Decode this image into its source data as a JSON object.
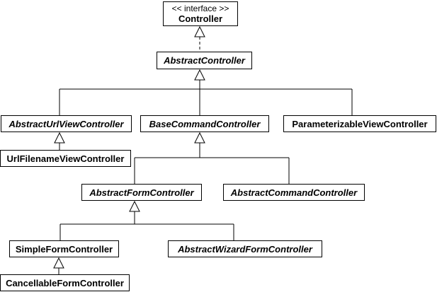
{
  "diagram": {
    "kind": "UML class diagram",
    "background": "#ffffff",
    "line_color": "#000000",
    "text_color": "#000000",
    "box_fill": "#ffffff"
  },
  "nodes": {
    "controller": {
      "stereotype": "<< interface >>",
      "label": "Controller",
      "abstract": true
    },
    "abstract_controller": {
      "label": "AbstractController",
      "abstract": true
    },
    "abstract_url_view_controller": {
      "label": "AbstractUrlViewController",
      "abstract": true
    },
    "base_command_controller": {
      "label": "BaseCommandController",
      "abstract": true
    },
    "parameterizable_view_controller": {
      "label": "ParameterizableViewController",
      "abstract": false
    },
    "url_filename_view_controller": {
      "label": "UrlFilenameViewController",
      "abstract": false
    },
    "abstract_form_controller": {
      "label": "AbstractFormController",
      "abstract": true
    },
    "abstract_command_controller": {
      "label": "AbstractCommandController",
      "abstract": true
    },
    "simple_form_controller": {
      "label": "SimpleFormController",
      "abstract": false
    },
    "abstract_wizard_form_controller": {
      "label": "AbstractWizardFormController",
      "abstract": true
    },
    "cancellable_form_controller": {
      "label": "CancellableFormController",
      "abstract": false
    }
  },
  "edges": [
    {
      "from": "AbstractController",
      "to": "Controller",
      "type": "realization"
    },
    {
      "from": "AbstractUrlViewController",
      "to": "AbstractController",
      "type": "generalization"
    },
    {
      "from": "BaseCommandController",
      "to": "AbstractController",
      "type": "generalization"
    },
    {
      "from": "ParameterizableViewController",
      "to": "AbstractController",
      "type": "generalization"
    },
    {
      "from": "UrlFilenameViewController",
      "to": "AbstractUrlViewController",
      "type": "generalization"
    },
    {
      "from": "AbstractFormController",
      "to": "BaseCommandController",
      "type": "generalization"
    },
    {
      "from": "AbstractCommandController",
      "to": "BaseCommandController",
      "type": "generalization"
    },
    {
      "from": "SimpleFormController",
      "to": "AbstractFormController",
      "type": "generalization"
    },
    {
      "from": "AbstractWizardFormController",
      "to": "AbstractFormController",
      "type": "generalization"
    },
    {
      "from": "CancellableFormController",
      "to": "SimpleFormController",
      "type": "generalization"
    }
  ]
}
